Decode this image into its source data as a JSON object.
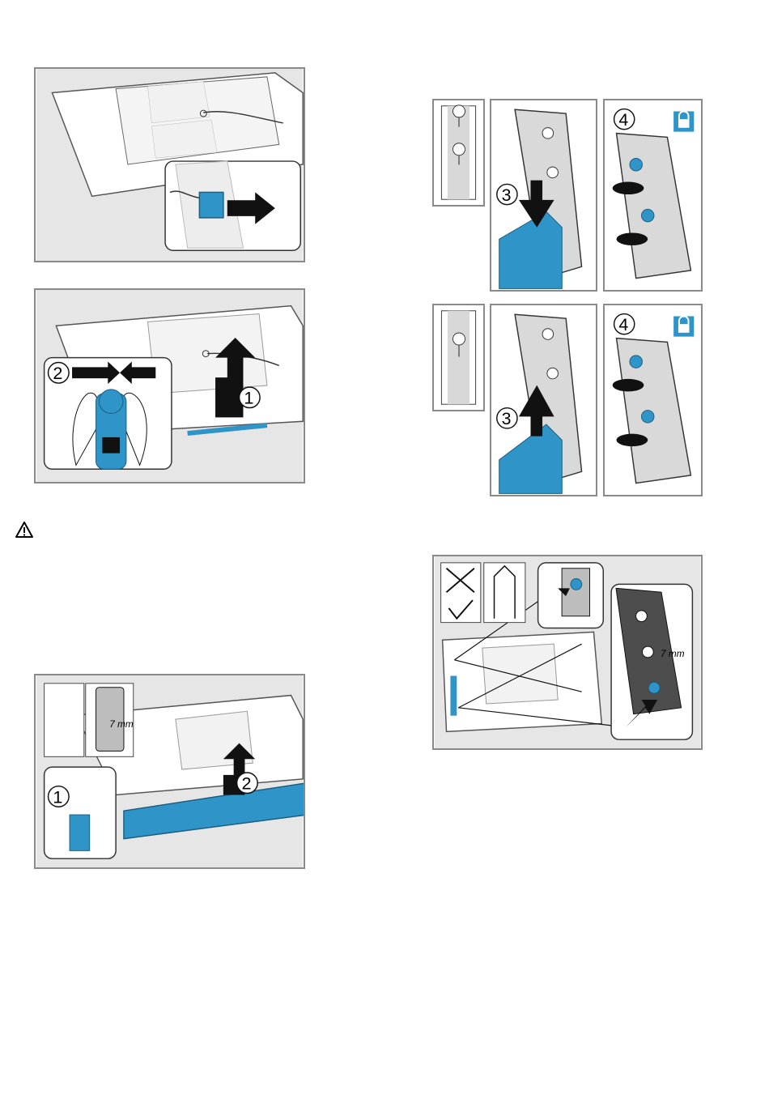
{
  "colors": {
    "accent_blue": "#2f94c8",
    "border_gray": "#8a8a8a",
    "bg_gray": "#e6e6e6",
    "lock_blue": "#2f94c8"
  },
  "icons": [
    "warning-icon",
    "padlock-icon",
    "screw-icon",
    "arrow-icon",
    "screwdriver-icon",
    "drill-crossed-icon",
    "check-icon",
    "vent-duct-icon"
  ],
  "labels": {
    "step1": "1",
    "step2": "2",
    "step3": "3",
    "step4": "4",
    "measure": "7 mm"
  }
}
